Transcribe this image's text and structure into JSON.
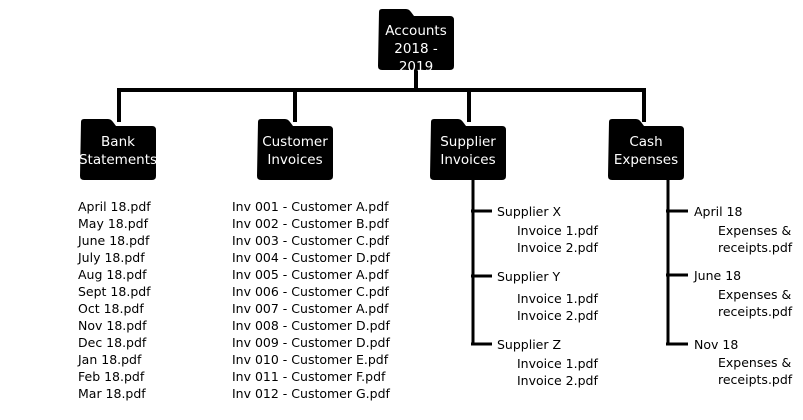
{
  "root": {
    "line1": "Accounts",
    "line2": "2018 - 2019"
  },
  "folders": [
    {
      "line1": "Bank",
      "line2": "Statements"
    },
    {
      "line1": "Customer",
      "line2": "Invoices"
    },
    {
      "line1": "Supplier",
      "line2": "Invoices"
    },
    {
      "line1": "Cash",
      "line2": "Expenses"
    }
  ],
  "bank_files": [
    "April 18.pdf",
    "May 18.pdf",
    "June 18.pdf",
    "July 18.pdf",
    "Aug 18.pdf",
    "Sept 18.pdf",
    "Oct 18.pdf",
    "Nov 18.pdf",
    "Dec 18.pdf",
    "Jan 18.pdf",
    "Feb 18.pdf",
    "Mar 18.pdf"
  ],
  "customer_files": [
    "Inv 001 - Customer A.pdf",
    "Inv 002 - Customer B.pdf",
    "Inv 003 - Customer C.pdf",
    "Inv 004 - Customer D.pdf",
    "Inv 005 - Customer A.pdf",
    "Inv 006 - Customer C.pdf",
    "Inv 007 - Customer A.pdf",
    "Inv 008 - Customer D.pdf",
    "Inv 009 - Customer D.pdf",
    "Inv 010 - Customer E.pdf",
    "Inv 011 - Customer F.pdf",
    "Inv 012 - Customer G.pdf"
  ],
  "suppliers": [
    {
      "name": "Supplier X",
      "files": [
        "Invoice 1.pdf",
        "Invoice 2.pdf"
      ]
    },
    {
      "name": "Supplier Y",
      "files": [
        "Invoice 1.pdf",
        "Invoice 2.pdf"
      ]
    },
    {
      "name": "Supplier Z",
      "files": [
        "Invoice 1.pdf",
        "Invoice 2.pdf"
      ]
    }
  ],
  "cash": [
    {
      "name": "April 18",
      "files": [
        "Expenses &",
        "receipts.pdf"
      ]
    },
    {
      "name": "June 18",
      "files": [
        "Expenses &",
        "receipts.pdf"
      ]
    },
    {
      "name": "Nov 18",
      "files": [
        "Expenses &",
        "receipts.pdf"
      ]
    }
  ]
}
